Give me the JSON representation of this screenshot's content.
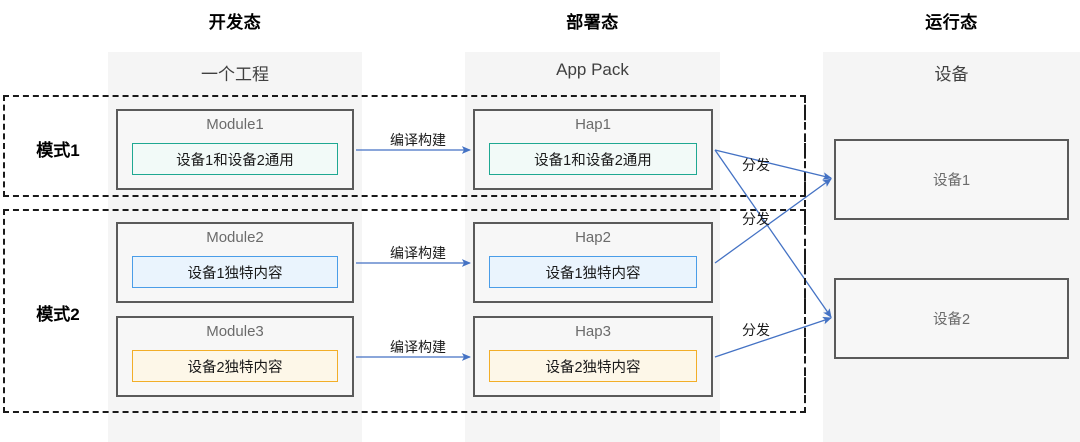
{
  "diagram": {
    "title_row": {
      "dev": "开发态",
      "deploy": "部署态",
      "run": "运行态"
    },
    "column_headers": {
      "dev": "一个工程",
      "deploy": "App Pack",
      "run": "设备"
    },
    "modes": [
      {
        "id": "mode1",
        "label": "模式1"
      },
      {
        "id": "mode2",
        "label": "模式2"
      }
    ],
    "modules": [
      {
        "id": "module1",
        "title": "Module1",
        "chip": "设备1和设备2通用",
        "chip_color": "#1fa892"
      },
      {
        "id": "module2",
        "title": "Module2",
        "chip": "设备1独特内容",
        "chip_color": "#4a9de8"
      },
      {
        "id": "module3",
        "title": "Module3",
        "chip": "设备2独特内容",
        "chip_color": "#f2ae28"
      }
    ],
    "haps": [
      {
        "id": "hap1",
        "title": "Hap1",
        "chip": "设备1和设备2通用",
        "chip_color": "#1fa892"
      },
      {
        "id": "hap2",
        "title": "Hap2",
        "chip": "设备1独特内容",
        "chip_color": "#4a9de8"
      },
      {
        "id": "hap3",
        "title": "Hap3",
        "chip": "设备2独特内容",
        "chip_color": "#f2ae28"
      }
    ],
    "devices": [
      {
        "id": "device1",
        "label": "设备1"
      },
      {
        "id": "device2",
        "label": "设备2"
      }
    ],
    "edges": {
      "build": [
        "编译构建",
        "编译构建",
        "编译构建"
      ],
      "distribute": [
        "分发",
        "分发",
        "分发"
      ]
    },
    "colors": {
      "band": "#f5f5f5",
      "card_border": "#5a5a5a",
      "card_fill": "#f7f7f7",
      "arrow": "#4472c4",
      "dashed_frame": "#1a1a1a",
      "title_text": "#000000",
      "muted_text": "#6b6b6b"
    }
  }
}
